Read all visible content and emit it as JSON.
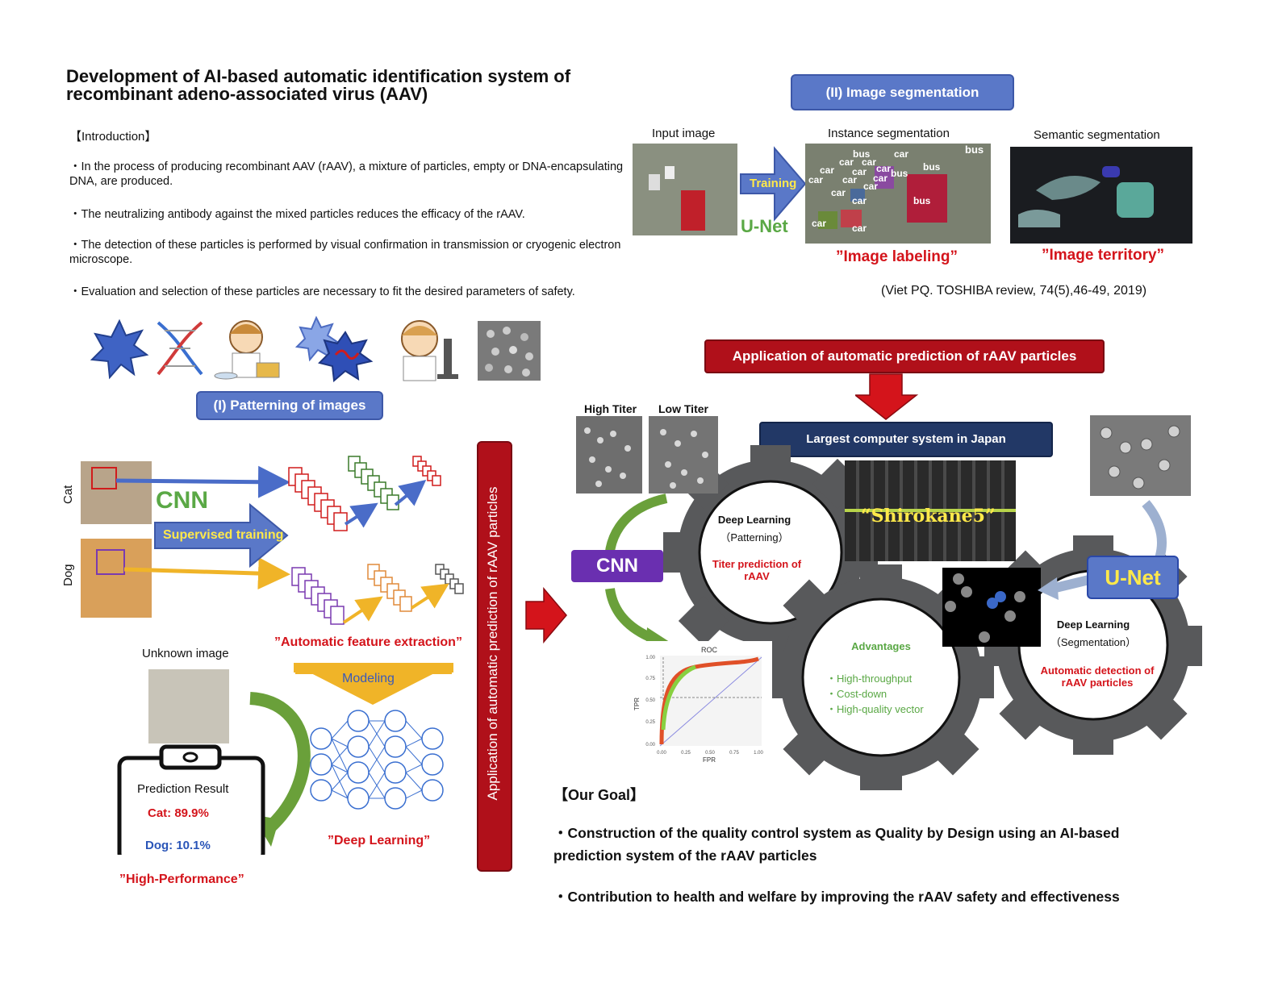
{
  "title": "Development of AI-based automatic identification system of recombinant adeno-associated virus (AAV)",
  "introduction": {
    "heading": "【Introduction】",
    "bullets": [
      "・In the process of producing recombinant AAV (rAAV), a mixture of particles, empty or DNA-encapsulating DNA, are produced.",
      "・The neutralizing antibody against the mixed particles reduces the efficacy of the rAAV.",
      "・The detection of these particles is performed by visual confirmation in transmission or cryogenic electron microscope.",
      "・Evaluation and selection of these particles are necessary to fit the desired parameters of safety."
    ]
  },
  "segmentation": {
    "header": "(II) Image segmentation",
    "input_label": "Input image",
    "instance_label": "Instance segmentation",
    "semantic_label": "Semantic segmentation",
    "training_label": "Training",
    "unet_label": "U-Net",
    "image_labeling": "”Image labeling”",
    "image_territory": "”Image territory”",
    "reference": "(Viet PQ. TOSHIBA review, 74(5),46-49, 2019)",
    "instance_tags": [
      "bus",
      "car",
      "car",
      "car",
      "car",
      "car",
      "car",
      "car",
      "car",
      "bus",
      "bus",
      "car",
      "car",
      "car",
      "car",
      "car",
      "bus",
      "car"
    ]
  },
  "patterning": {
    "header": "(I) Patterning of images",
    "cat_label": "Cat",
    "dog_label": "Dog",
    "cnn_label": "CNN",
    "supervised_label": "Supervised training",
    "feature_extraction": "”Automatic feature extraction”",
    "modeling_label": "Modeling",
    "unknown_image": "Unknown image",
    "deep_learning": "”Deep Learning”",
    "prediction_title": "Prediction Result",
    "cat_result": "Cat: 89.9%",
    "dog_result": "Dog: 10.1%",
    "high_performance": "”High-Performance”"
  },
  "vertical_banner": "Application of  automatic prediction of  rAAV particles",
  "application": {
    "header": "Application of  automatic prediction of  rAAV particles",
    "computer": "Largest computer system in Japan",
    "shirokane": "“Shirokane5”",
    "high_titer": "High Titer",
    "low_titer": "Low Titer",
    "cnn_label": "CNN",
    "unet_label": "U-Net",
    "gear1": {
      "title": "Deep Learning",
      "sub": "（Patterning）",
      "red": "Titer prediction of rAAV"
    },
    "gear2": {
      "title": "Advantages",
      "items": [
        "・High-throughput",
        "・Cost-down",
        "・High-quality vector"
      ]
    },
    "gear3": {
      "title": "Deep Learning",
      "sub": "（Segmentation）",
      "red": "Automatic detection of rAAV particles"
    },
    "roc": {
      "title": "ROC",
      "xlabel": "FPR",
      "ylabel": "TPR",
      "ticks": [
        "0.00",
        "0.25",
        "0.50",
        "0.75",
        "1.00"
      ]
    }
  },
  "goal": {
    "heading": "【Our Goal】",
    "items": [
      "・Construction of the quality control system as Quality by Design using an AI-based prediction system of the rAAV particles",
      "・Contribution to health and welfare by improving the rAAV safety and effectiveness"
    ]
  },
  "colors": {
    "blue_pill": "#5a78c8",
    "red_pill": "#b0101a",
    "navy": "#223866",
    "green": "#5aa845",
    "purple": "#6a2fb0",
    "red_text": "#d4141b"
  }
}
